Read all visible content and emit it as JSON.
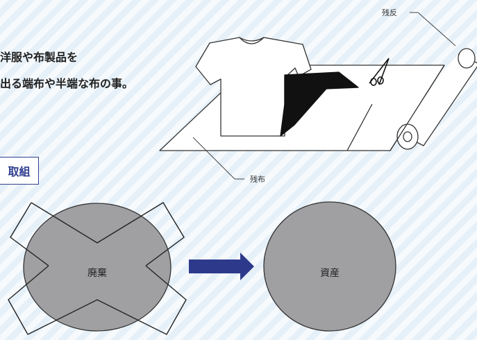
{
  "intro": {
    "line1": "洋服や布製品を",
    "line2": "出る端布や半端な布の事。"
  },
  "section_label": "取組",
  "illustration": {
    "callout_top": "残反",
    "callout_bottom": "残布"
  },
  "flow": {
    "from_label": "廃棄",
    "to_label": "資産"
  },
  "colors": {
    "circle_fill": "#a0a0a3",
    "arrow": "#2d3a8c",
    "section_border": "#2f3d8f"
  }
}
